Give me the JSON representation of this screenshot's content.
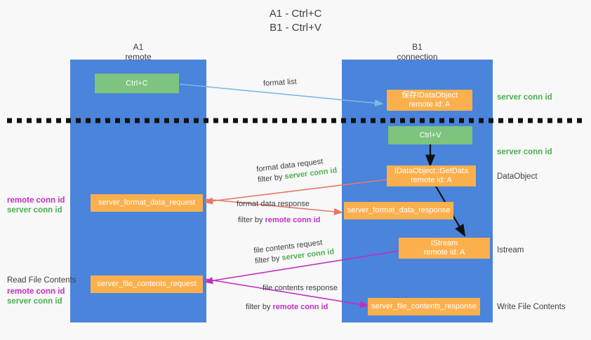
{
  "title": {
    "line1": "A1 - Ctrl+C",
    "line2": "B1 - Ctrl+V"
  },
  "columns": [
    {
      "name": "A1",
      "sub": "remote"
    },
    {
      "name": "B1",
      "sub": "connection"
    }
  ],
  "nodes": {
    "ctrl_c": {
      "label": "Ctrl+C"
    },
    "save_dataobject": {
      "line1": "保存IDataObject",
      "line2": "remote id: A"
    },
    "ctrl_v": {
      "label": "Ctrl+V"
    },
    "getdata": {
      "line1": "IDataObject::GetData",
      "line2": "remote id: A"
    },
    "server_format_data_request": {
      "label": "server_format_data_request"
    },
    "server_format_data_response": {
      "label": "server_format_data_response"
    },
    "istream": {
      "line1": "IStream",
      "line2": "remote id: A"
    },
    "server_file_contents_request": {
      "label": "server_file_contents_request"
    },
    "server_file_contents_response": {
      "label": "server_file_contents_response"
    }
  },
  "right_labels": {
    "server_conn_id_1": "server conn id",
    "server_conn_id_2": "server conn id",
    "dataobject": "DataObject",
    "istream": "Istream",
    "write_file_contents": "Write File Contents"
  },
  "left_labels": {
    "remote_conn_id_1": "remote conn id",
    "server_conn_id_1": "server conn id",
    "read_file_contents": "Read File Contents",
    "remote_conn_id_2": "remote conn id",
    "server_conn_id_2": "server conn id"
  },
  "edge_labels": {
    "format_list": "format list",
    "format_data_request": "format data request",
    "format_data_request_filter_prefix": "filter by ",
    "format_data_request_filter_value": "server conn id",
    "format_data_response": "format data response",
    "format_data_response_filter_prefix": "filter by ",
    "format_data_response_filter_value": "remote conn id",
    "file_contents_request": "file contents request",
    "file_contents_request_filter_prefix": "filter by ",
    "file_contents_request_filter_value": "server conn id",
    "file_contents_response": "file contents response",
    "file_contents_response_filter_prefix": "filter by ",
    "file_contents_response_filter_value": "remote conn id"
  },
  "colors": {
    "lane": "#4a84db",
    "green_node": "#7dc47e",
    "orange_node": "#fbb04d",
    "green_text": "#4caf50",
    "magenta_text": "#c22ec2",
    "red_arrow": "#e8756a",
    "blue_arrow": "#7eb8e8",
    "magenta_arrow": "#c22ec2",
    "black_arrow": "#000000",
    "background": "#f8f8f8"
  }
}
